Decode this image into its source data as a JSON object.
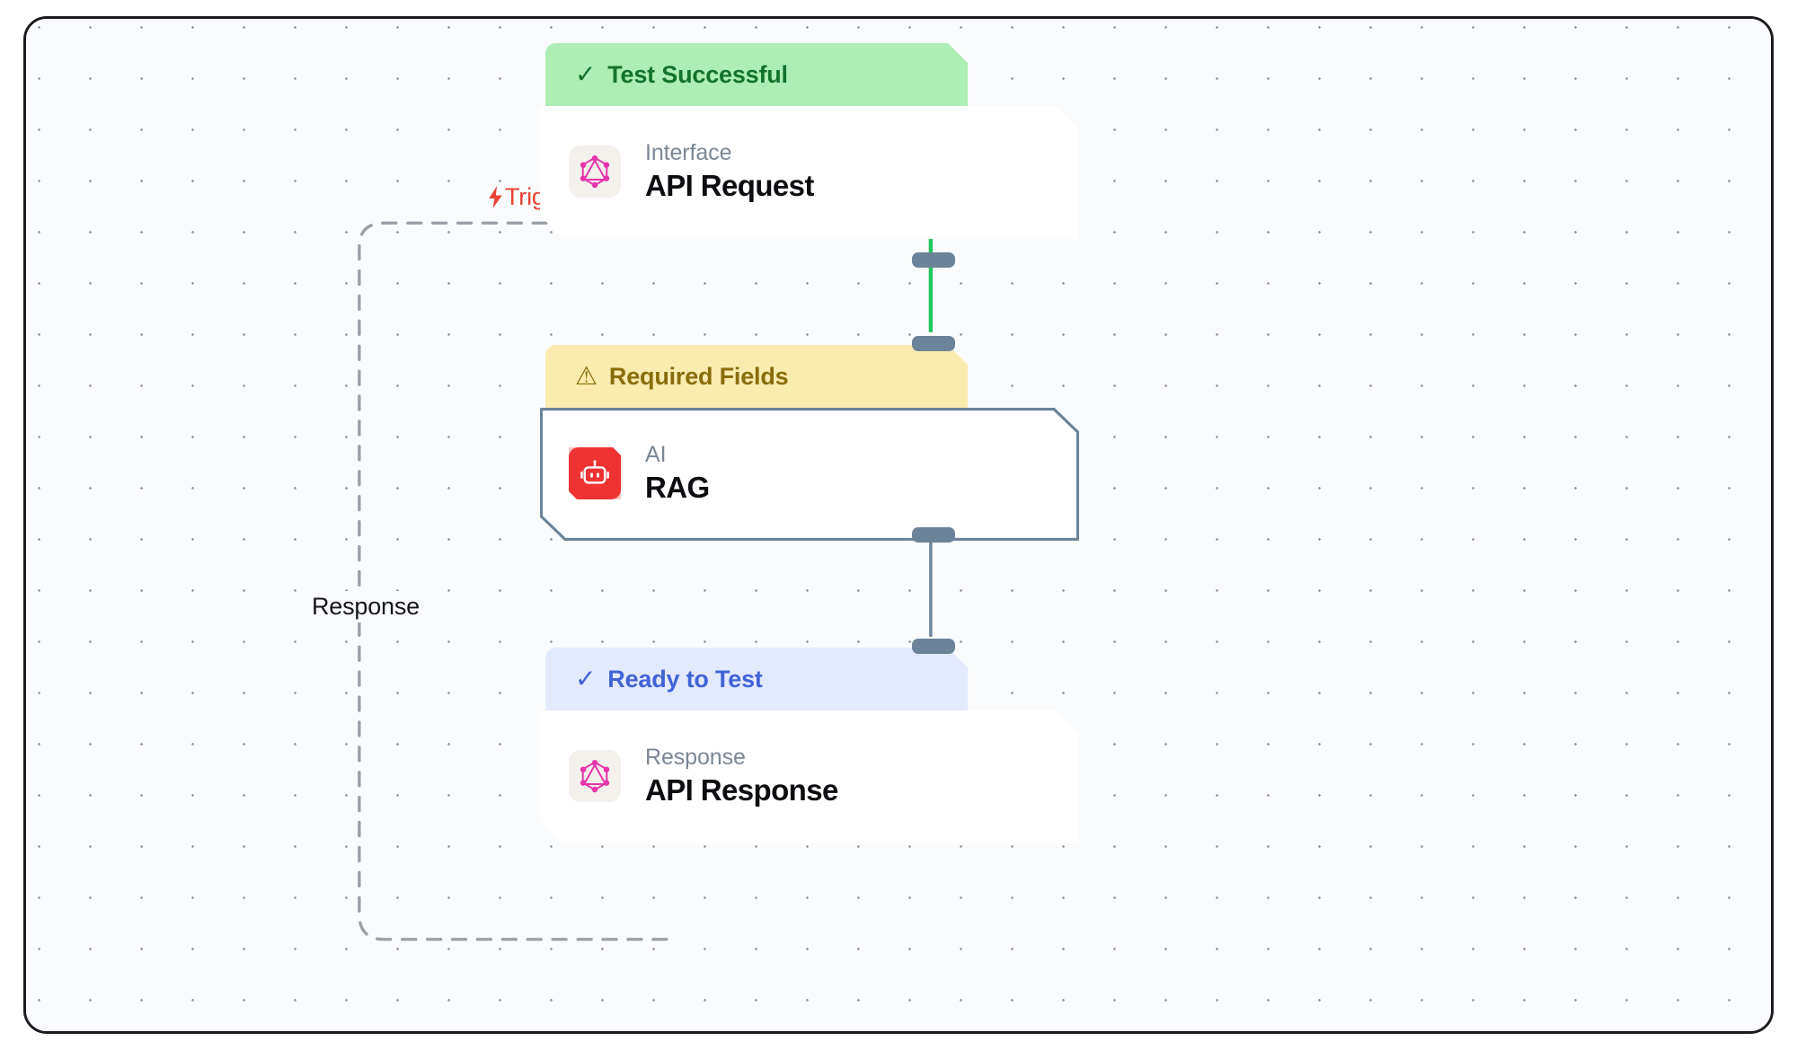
{
  "canvas": {
    "background_color": "#fafbfc",
    "grid": "dot-grid",
    "border_color": "#1b1b1f"
  },
  "edge_labels": {
    "trigger": {
      "text": "Trigger",
      "icon": "lightning-bolt-icon",
      "color": "#ea4335"
    },
    "response": {
      "text": "Response",
      "color": "#14161a"
    }
  },
  "edges": [
    {
      "name": "api-request-to-rag",
      "from": "api-request",
      "to": "rag",
      "color": "#22c55e",
      "style": "solid"
    },
    {
      "name": "rag-to-api-response",
      "from": "rag",
      "to": "api-response",
      "color": "#6c8399",
      "style": "solid"
    },
    {
      "name": "response-loop",
      "from": "api-response",
      "to": "api-request",
      "color": "#9aa0a6",
      "style": "dashed"
    }
  ],
  "nodes": [
    {
      "id": "api-request",
      "status": {
        "label": "Test Successful",
        "icon": "check-icon",
        "variant": "success",
        "bg": "#aceeb5",
        "fg": "#14722b"
      },
      "type": "Interface",
      "title": "API Request",
      "icon": "graphql-icon",
      "selected": false
    },
    {
      "id": "rag",
      "status": {
        "label": "Required Fields",
        "icon": "warning-triangle-icon",
        "variant": "warning",
        "bg": "#faebaf",
        "fg": "#8a6d0b"
      },
      "type": "AI",
      "title": "RAG",
      "icon": "robot-icon",
      "selected": true
    },
    {
      "id": "api-response",
      "status": {
        "label": "Ready to Test",
        "icon": "check-icon",
        "variant": "ready",
        "bg": "#e3eafd",
        "fg": "#4063d8"
      },
      "type": "Response",
      "title": "API Response",
      "icon": "graphql-icon",
      "selected": false
    }
  ]
}
